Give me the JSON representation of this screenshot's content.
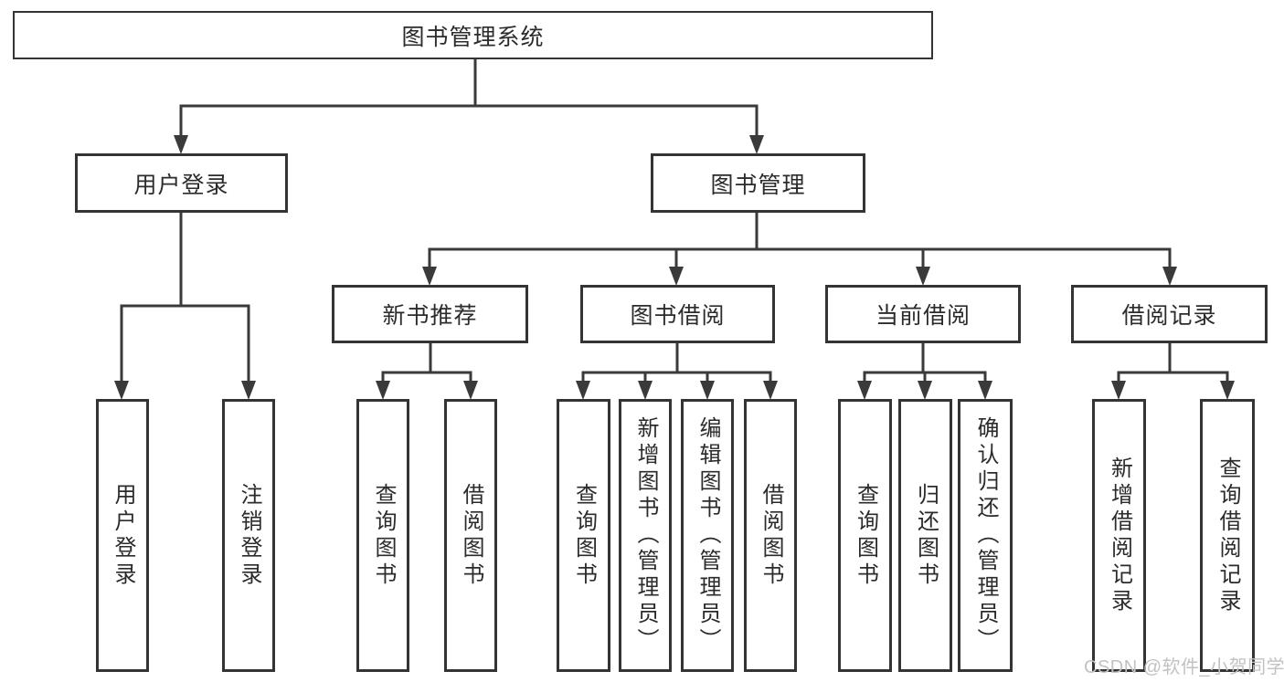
{
  "diagram": {
    "root": {
      "label": "图书管理系统"
    },
    "branches": [
      {
        "label": "用户登录",
        "leaves": [
          {
            "label": "用户登录"
          },
          {
            "label": "注销登录"
          }
        ]
      },
      {
        "label": "图书管理",
        "groups": [
          {
            "label": "新书推荐",
            "leaves": [
              {
                "label": "查询图书"
              },
              {
                "label": "借阅图书"
              }
            ]
          },
          {
            "label": "图书借阅",
            "leaves": [
              {
                "label": "查询图书"
              },
              {
                "label": "新增图书（管理员）"
              },
              {
                "label": "编辑图书（管理员）"
              },
              {
                "label": "借阅图书"
              }
            ]
          },
          {
            "label": "当前借阅",
            "leaves": [
              {
                "label": "查询图书"
              },
              {
                "label": "归还图书"
              },
              {
                "label": "确认归还（管理员）"
              }
            ]
          },
          {
            "label": "借阅记录",
            "leaves": [
              {
                "label": "新增借阅记录"
              },
              {
                "label": "查询借阅记录"
              }
            ]
          }
        ]
      }
    ]
  },
  "watermark": {
    "text": "CSDN @软件_小贺同学"
  },
  "colors": {
    "line": "#3a3a3a",
    "border": "#343434",
    "text": "#2b2b2b",
    "watermark": "#c2c2c2",
    "background": "#ffffff"
  }
}
